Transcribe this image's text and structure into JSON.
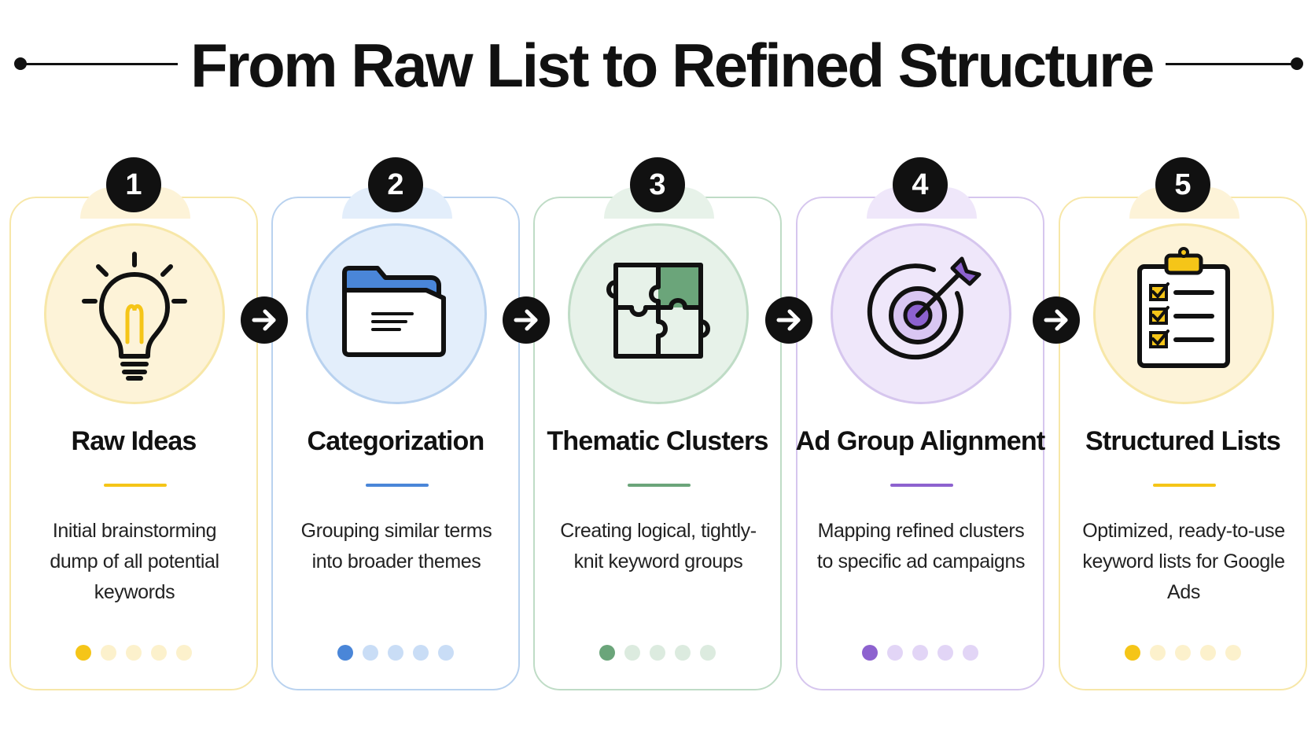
{
  "title": "From Raw List to Refined Structure",
  "steps": [
    {
      "number": "1",
      "title": "Raw Ideas",
      "description": "Initial brainstorming dump of all potential keywords",
      "icon": "lightbulb-icon",
      "accent": "#F5C518",
      "border": "#F7E7A8",
      "circle_fill": "#FDF3D8",
      "dot_light": "#FCF1CC",
      "active_dots": 1,
      "total_dots": 5
    },
    {
      "number": "2",
      "title": "Categorization",
      "description": "Grouping similar terms into broader themes",
      "icon": "folder-icon",
      "accent": "#4A86D8",
      "border": "#B9D2EF",
      "circle_fill": "#E3EEFB",
      "dot_light": "#C9DDF6",
      "active_dots": 1,
      "total_dots": 5
    },
    {
      "number": "3",
      "title": "Thematic Clusters",
      "description": "Creating logical, tightly-knit keyword groups",
      "icon": "puzzle-icon",
      "accent": "#6BA57A",
      "border": "#BFDCC6",
      "circle_fill": "#E7F2E9",
      "dot_light": "#DCEBDF",
      "active_dots": 1,
      "total_dots": 5
    },
    {
      "number": "4",
      "title": "Ad Group Alignment",
      "description": "Mapping refined clusters to specific ad campaigns",
      "icon": "target-icon",
      "accent": "#8D62CF",
      "border": "#D6C6EE",
      "circle_fill": "#EFE7FA",
      "dot_light": "#E2D5F6",
      "active_dots": 1,
      "total_dots": 5
    },
    {
      "number": "5",
      "title": "Structured Lists",
      "description": "Optimized, ready-to-use keyword lists for Google Ads",
      "icon": "clipboard-checklist-icon",
      "accent": "#F5C518",
      "border": "#F7E7A8",
      "circle_fill": "#FDF3D8",
      "dot_light": "#FCF1CC",
      "active_dots": 1,
      "total_dots": 5
    }
  ],
  "connector_icon": "arrow-right-icon"
}
